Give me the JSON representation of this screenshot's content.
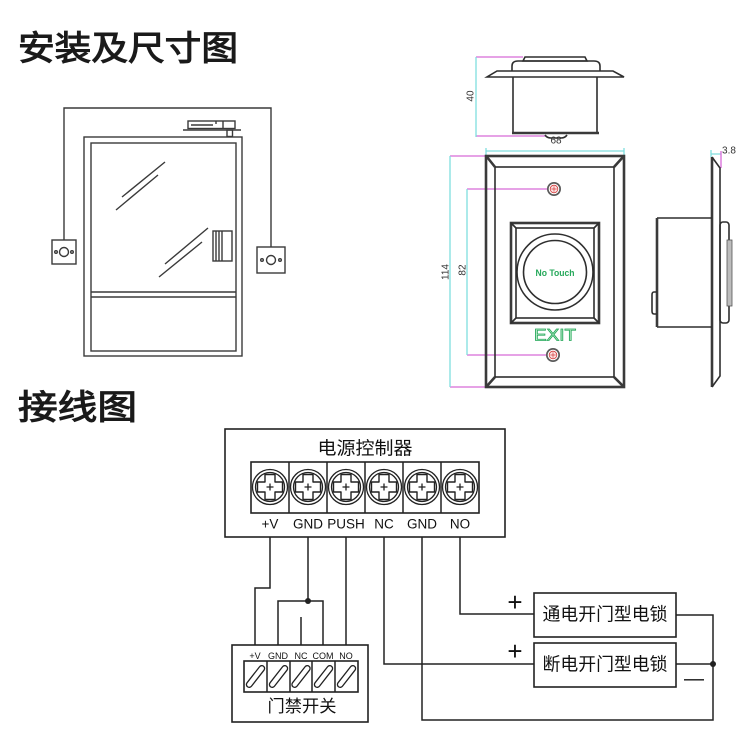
{
  "page": {
    "installation_title": "安装及尺寸图",
    "wiring_title": "接线图"
  },
  "dimensions": {
    "depth": "40",
    "width": "68",
    "height": "114",
    "screw_spacing": "82",
    "plate_thickness": "3.8"
  },
  "exit_button": {
    "sensor_label": "No Touch",
    "exit_label": "EXIT"
  },
  "power_controller": {
    "title": "电源控制器",
    "terminals": [
      "+V",
      "GND",
      "PUSH",
      "NC",
      "GND",
      "NO"
    ]
  },
  "access_switch": {
    "title": "门禁开关",
    "terminals": [
      "+V",
      "GND",
      "NC",
      "COM",
      "NO"
    ]
  },
  "locks": [
    {
      "label": "通电开门型电锁",
      "positive": "+"
    },
    {
      "label": "断电开门型电锁",
      "positive": "+"
    }
  ],
  "negative_symbol": "—",
  "colors": {
    "dimension_line": "#7fdede",
    "extension_line": "#d86ad8",
    "sensor_text": "#25a85a",
    "screw_center": "#d43c3c"
  }
}
